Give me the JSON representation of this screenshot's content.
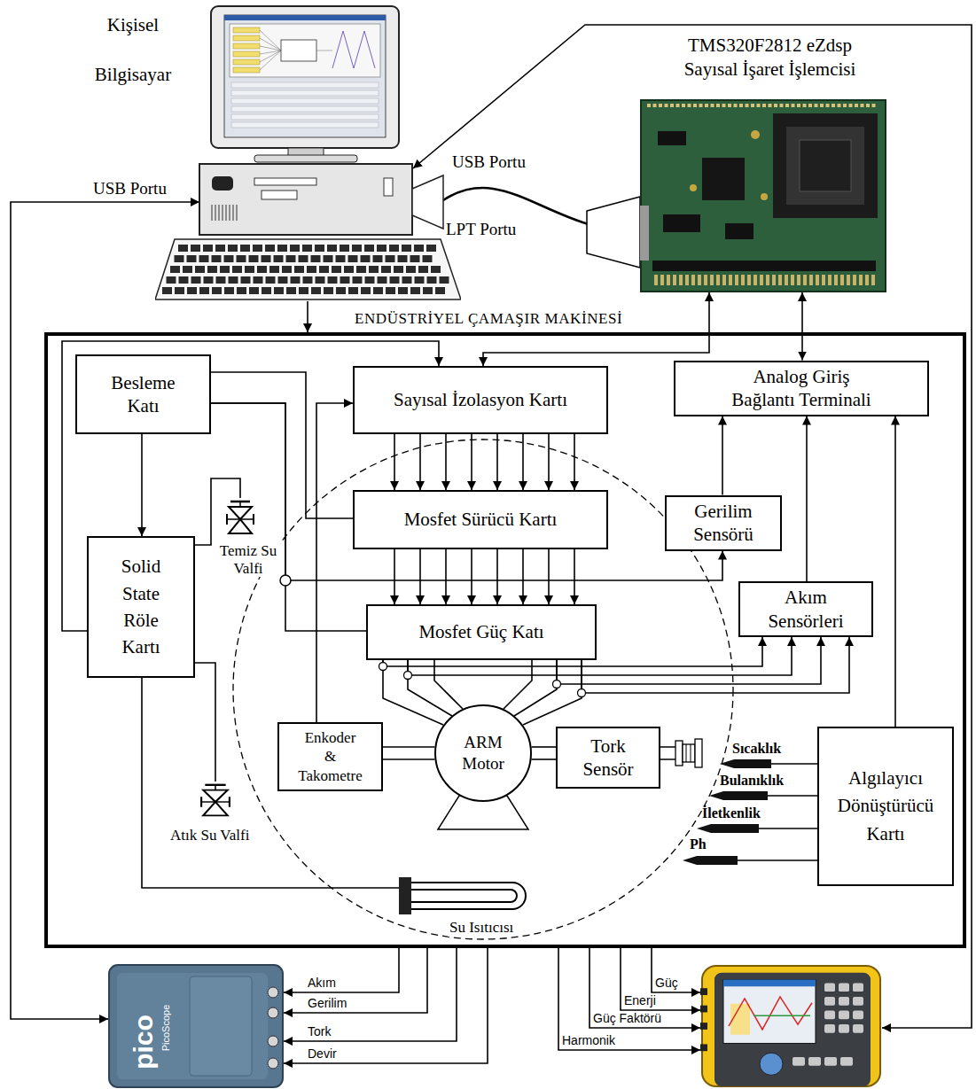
{
  "diagram": {
    "nodes": [
      {
        "text": [
          "Kişisel Bilgisayar"
        ]
      },
      {
        "text": [
          "TMS320F2812 eZdsp Sayısal İşaret İşlemcisi"
        ]
      },
      {
        "text": [
          "ENDÜSTRİYEL ÇAMAŞIR MAKİNESİ"
        ]
      },
      {
        "text": [
          "Besleme Katı"
        ],
        "in": 2
      },
      {
        "text": [
          "Sayısal İzolasyon Kartı"
        ],
        "in": 2
      },
      {
        "text": [
          "Analog Giriş Bağlantı Terminali"
        ],
        "in": 2
      },
      {
        "text": [
          "Mosfet Sürücü Kartı"
        ],
        "in": 2
      },
      {
        "text": [
          "Gerilim Sensörü"
        ],
        "in": 2
      },
      {
        "text": [
          "Solid State Röle Kartı"
        ],
        "in": 2
      },
      {
        "text": [
          "Mosfet Güç Katı"
        ],
        "in": 2
      },
      {
        "text": [
          "Akım Sensörleri"
        ],
        "in": 2
      },
      {
        "text": [
          "Enkoder & Takometre"
        ],
        "in": 2
      },
      {
        "text": [
          "ARM Motor"
        ],
        "in": 2
      },
      {
        "text": [
          "Tork Sensör"
        ],
        "in": 2
      },
      {
        "text": [
          "Algılayıcı Dönüştürücü Kartı"
        ],
        "in": 2
      },
      {
        "text": [
          "Temiz Su Valfi"
        ],
        "in": 2
      },
      {
        "text": [
          "Atık Su Valfi"
        ],
        "in": 2
      },
      {
        "text": [
          "Su Isıtıcısı"
        ],
        "in": 2
      },
      {
        "text": [
          "pico",
          "PicoScope"
        ]
      },
      {
        "text": []
      }
    ],
    "edges": [
      {
        "from": 18,
        "to": 0,
        "arrow": "both",
        "label": "USB Portu"
      },
      {
        "from": 19,
        "to": 0,
        "arrow": "both",
        "label": "USB Portu"
      },
      {
        "from": 0,
        "to": 1,
        "arrow": "none",
        "label": "LPT Portu"
      },
      {
        "from": 0,
        "to": 2,
        "arrow": "to"
      },
      {
        "from": 1,
        "to": 4,
        "arrow": "both"
      },
      {
        "from": 1,
        "to": 5,
        "arrow": "both"
      },
      {
        "from": 3,
        "to": 8,
        "arrow": "to"
      },
      {
        "from": 3,
        "to": 6,
        "arrow": "none"
      },
      {
        "from": 3,
        "to": 9,
        "arrow": "none"
      },
      {
        "from": 3,
        "to": 7,
        "arrow": "to"
      },
      {
        "from": 8,
        "to": 4,
        "arrow": "to"
      },
      {
        "from": 11,
        "to": 4,
        "arrow": "to"
      },
      {
        "from": 4,
        "to": 6,
        "arrow": "to"
      },
      {
        "from": 6,
        "to": 9,
        "arrow": "to"
      },
      {
        "from": 7,
        "to": 5,
        "arrow": "to"
      },
      {
        "from": 10,
        "to": 5,
        "arrow": "to"
      },
      {
        "from": 14,
        "to": 5,
        "arrow": "to"
      },
      {
        "from": 9,
        "to": 12,
        "arrow": "none"
      },
      {
        "from": 9,
        "to": 10,
        "arrow": "to"
      },
      {
        "from": 11,
        "to": 12,
        "arrow": "none"
      },
      {
        "from": 12,
        "to": 13,
        "arrow": "none"
      },
      {
        "from": 8,
        "to": 15,
        "arrow": "none"
      },
      {
        "from": 8,
        "to": 16,
        "arrow": "none"
      },
      {
        "from": 8,
        "to": 17,
        "arrow": "none"
      },
      {
        "from": 2,
        "to": 18,
        "arrow": "to",
        "label": "Akım"
      },
      {
        "from": 2,
        "to": 18,
        "arrow": "to",
        "label": "Gerilim"
      },
      {
        "from": 2,
        "to": 18,
        "arrow": "to",
        "label": "Tork"
      },
      {
        "from": 2,
        "to": 18,
        "arrow": "to",
        "label": "Devir"
      },
      {
        "from": 2,
        "to": 19,
        "arrow": "to",
        "label": "Güç"
      },
      {
        "from": 2,
        "to": 19,
        "arrow": "to",
        "label": "Enerji"
      },
      {
        "from": 2,
        "to": 19,
        "arrow": "to",
        "label": "Güç Faktörü"
      },
      {
        "from": 2,
        "to": 19,
        "arrow": "to",
        "label": "Harmonik"
      }
    ],
    "labels": [
      "Sıcaklık",
      "Bulanıklık",
      "İletkenlik",
      "Ph"
    ]
  }
}
